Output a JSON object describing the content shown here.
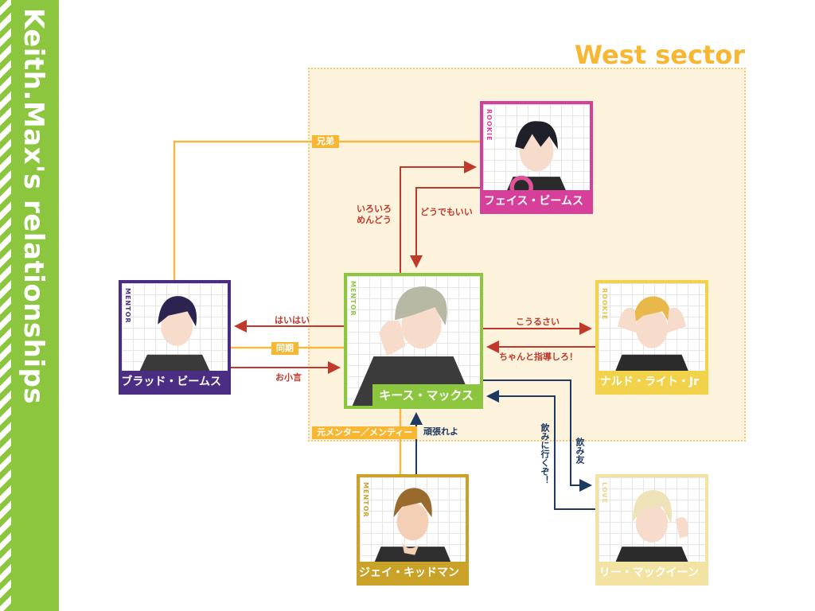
{
  "banner": {
    "title": "Keith.Max's relationships"
  },
  "sector": {
    "title": "West sector"
  },
  "characters": {
    "faith": {
      "name": "フェイス・ビームス",
      "role": "ROOKIE",
      "color": "#d63f9a"
    },
    "brad": {
      "name": "ブラッド・ビームス",
      "role": "MENTOR",
      "color": "#4b2e83"
    },
    "keith": {
      "name": "キース・マックス",
      "role": "MENTOR",
      "color": "#8cc63f"
    },
    "leonard": {
      "name": "レオナルド・ライト・Jr",
      "role": "ROOKIE",
      "color": "#f2d24b"
    },
    "jay": {
      "name": "ジェイ・キッドマン",
      "role": "MENTOR",
      "color": "#c9a227"
    },
    "lily": {
      "name": "リリー・マックイーン",
      "role": "LOVE",
      "color": "#f2e3a3"
    }
  },
  "relations": {
    "brothers": "兄弟",
    "iroiro": "いろいろ\nめんどう",
    "doudemo": "どうでもいい",
    "haihai": "はいはい",
    "douki": "同期",
    "okogoto": "お小言",
    "kourusai": "こうるさい",
    "chanto": "ちゃんと指導しろ！",
    "moto_mentor": "元メンター／メンティー",
    "ganbare": "頑張れよ",
    "nomi_ni": "飲みに行くぞ！",
    "nomi_tomo": "飲み友"
  },
  "colors": {
    "accent_green": "#8cc63f",
    "sector_orange": "#f7b733",
    "arrow_red": "#c0392b",
    "arrow_navy": "#1f3a60",
    "line_orange": "#f4b942"
  }
}
